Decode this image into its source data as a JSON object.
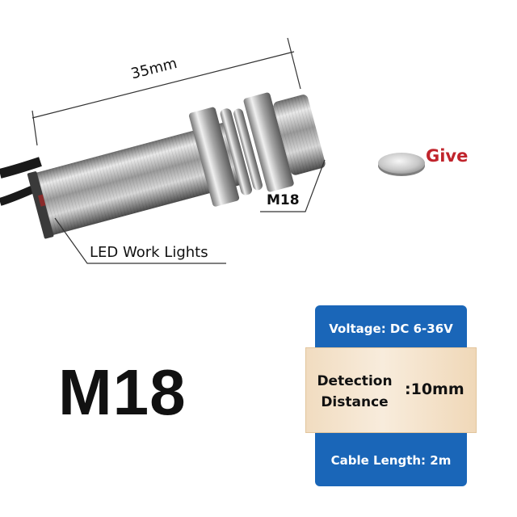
{
  "product": {
    "title": "M18",
    "dimension_label": "35mm",
    "thread_label": "M18",
    "led_label": "LED Work Lights",
    "give_label": "Give"
  },
  "specs": {
    "voltage": "Voltage: DC 6-36V",
    "detection_label_line1": "Detection",
    "detection_label_line2": "Distance",
    "detection_value": ":10mm",
    "cable": "Cable Length: 2m"
  },
  "colors": {
    "spec_blue": "#1a66b8",
    "spec_beige": "#f3e2c8",
    "give_red": "#c0242c"
  }
}
